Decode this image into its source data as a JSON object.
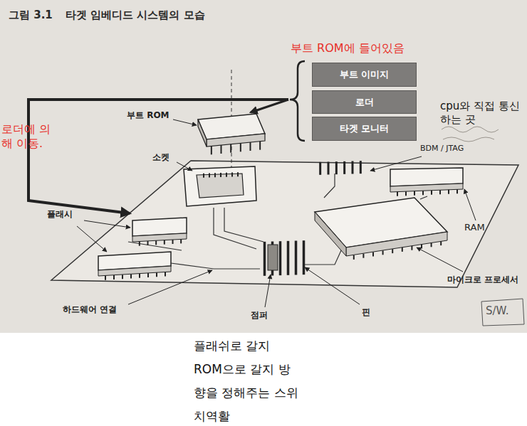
{
  "diagram": {
    "title": "타겟 임베디드 시스템의 모습",
    "nodes": [
      {
        "text": [
          "부트 이미지"
        ]
      },
      {
        "text": [
          "로더"
        ]
      },
      {
        "text": [
          "타겟 모니터"
        ]
      }
    ],
    "labels": [
      "그림 3.1",
      "부트 ROM에 들어있음",
      "로더에 의해 이동.",
      "cpu와 직접 통신하는 곳",
      "부트 ROM",
      "소켓",
      "BDM / JTAG",
      "플래시",
      "RAM",
      "마이크로 프로세서",
      "하드웨어 연결",
      "점퍼",
      "핀",
      "S/W.",
      "플래쉬로 갈지 ROM으로 갈지 방향을 정해주는 스위치역활"
    ]
  }
}
